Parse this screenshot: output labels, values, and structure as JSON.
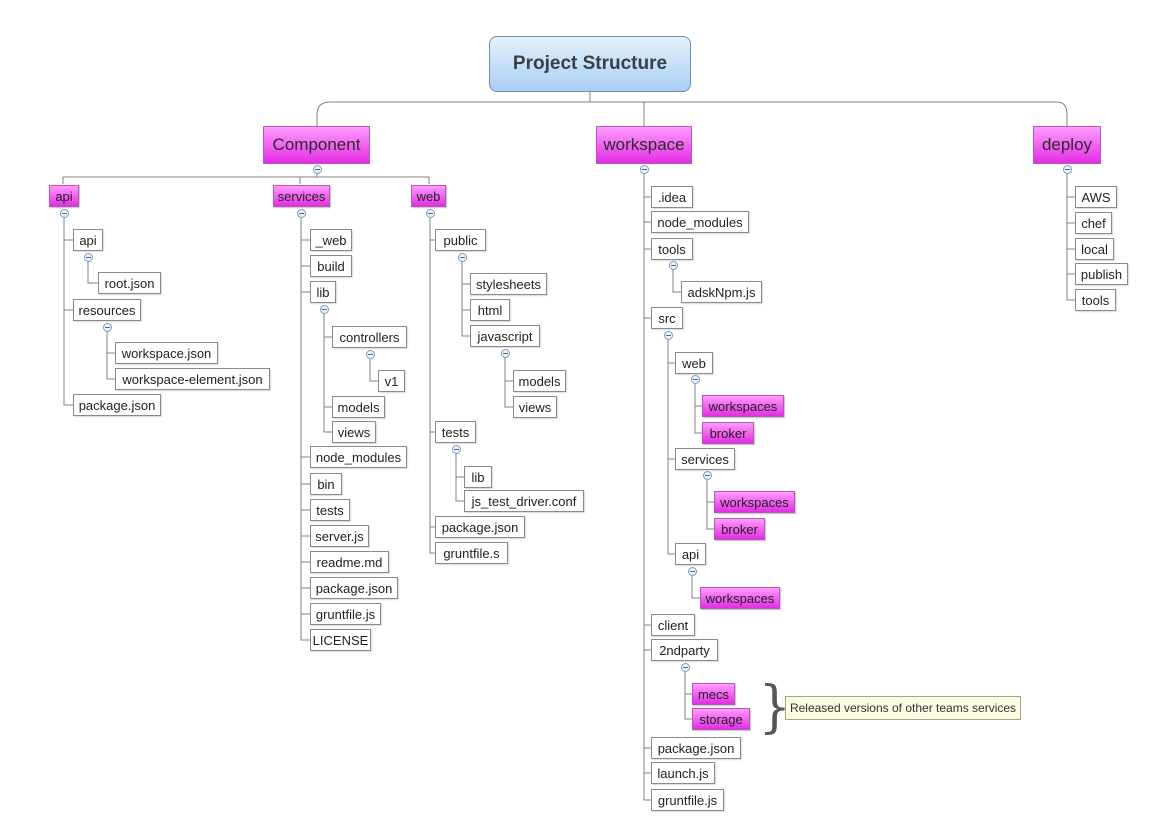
{
  "root": {
    "title": "Project Structure"
  },
  "component": {
    "label": "Component",
    "api": {
      "label": "api",
      "items": {
        "api": "api",
        "root_json": "root.json",
        "resources": "resources",
        "workspace_json": "workspace.json",
        "workspace_element_json": "workspace-element.json",
        "package_json": "package.json"
      }
    },
    "services": {
      "label": "services",
      "items": {
        "web": "_web",
        "build": "build",
        "lib": "lib",
        "controllers": "controllers",
        "v1": "v1",
        "models": "models",
        "views": "views",
        "node_modules": "node_modules",
        "bin": "bin",
        "tests": "tests",
        "server_js": "server.js",
        "readme_md": "readme.md",
        "package_json": "package.json",
        "gruntfile_js": "gruntfile.js",
        "license": "LICENSE"
      }
    },
    "web": {
      "label": "web",
      "items": {
        "public": "public",
        "stylesheets": "stylesheets",
        "html": "html",
        "javascript": "javascript",
        "models": "models",
        "views": "views",
        "tests": "tests",
        "lib": "lib",
        "js_test_driver_conf": "js_test_driver.conf",
        "package_json": "package.json",
        "gruntfile_s": "gruntfile.s"
      }
    }
  },
  "workspace": {
    "label": "workspace",
    "items": {
      "idea": ".idea",
      "node_modules": "node_modules",
      "tools": "tools",
      "adsknpm_js": "adskNpm.js",
      "src": "src",
      "src_web": "web",
      "src_web_workspaces": "workspaces",
      "src_web_broker": "broker",
      "src_services": "services",
      "src_services_workspaces": "workspaces",
      "src_services_broker": "broker",
      "src_api": "api",
      "src_api_workspaces": "workspaces",
      "client": "client",
      "secondparty": "2ndparty",
      "mecs": "mecs",
      "storage": "storage",
      "package_json": "package.json",
      "launch_js": "launch.js",
      "gruntfile_js": "gruntfile.js"
    },
    "note": "Released versions of other teams services"
  },
  "deploy": {
    "label": "deploy",
    "items": {
      "aws": "AWS",
      "chef": "chef",
      "local": "local",
      "publish": "publish",
      "tools": "tools"
    }
  },
  "colors": {
    "highlight": "#ee44ee",
    "root": "#b9daf7",
    "note": "#fbfbe3",
    "line": "#777777"
  }
}
